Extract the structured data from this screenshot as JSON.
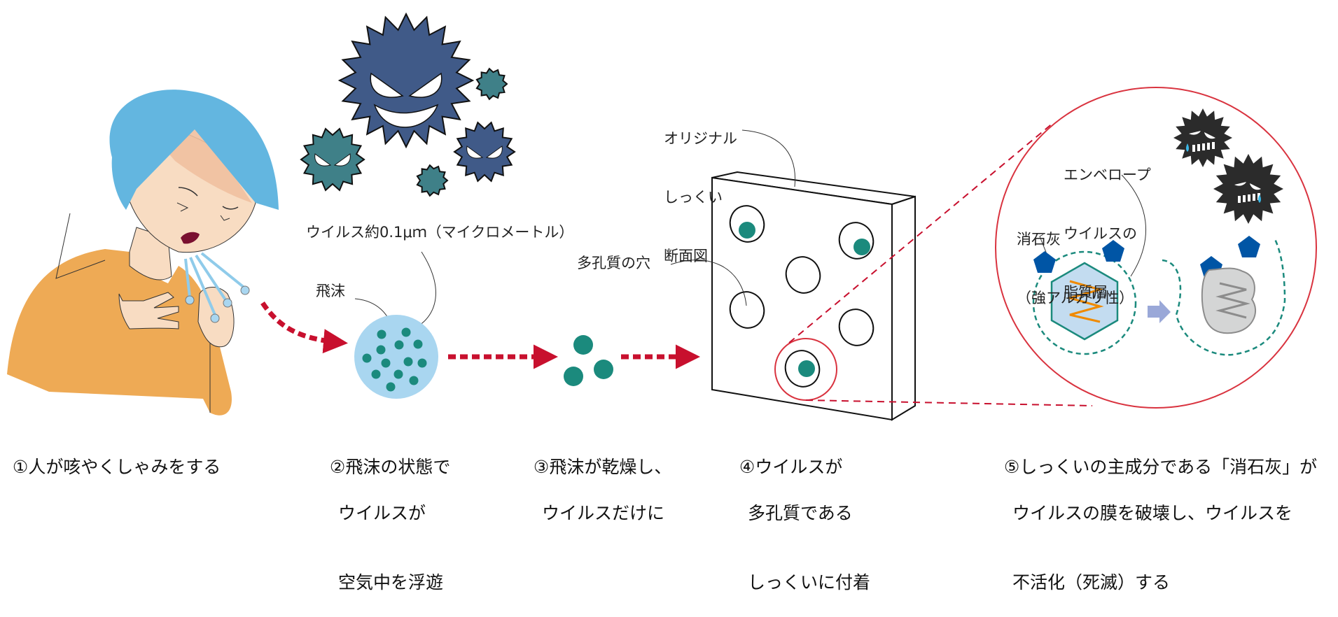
{
  "colors": {
    "arrow_red": "#c8102e",
    "zoom_red": "#d9333f",
    "teal": "#1b8a7d",
    "droplet_blue": "#a9d6f0",
    "hair_blue": "#63b6e0",
    "shirt_orange": "#eeaa55",
    "skin": "#f8dcc2",
    "virus_navy": "#405a88",
    "virus_teal": "#3f8088",
    "dead_virus": "#2b2b2b",
    "lime_blue": "#0055a5",
    "capsid_fill": "#c3dcf0",
    "rna_orange": "#f08a00",
    "transition_arrow": "#9aa8d8"
  },
  "labels": {
    "virus_size": "ウイルス約0.1μｍ（マイクロメートル）",
    "droplet": "飛沫",
    "shikkui_section": [
      "オリジナル",
      "しっくい",
      "断面図"
    ],
    "porous_hole": "多孔質の穴",
    "envelope": [
      "エンベロープ",
      "ウイルスの",
      "脂質層"
    ],
    "slaked_lime": [
      "消石灰",
      "（強アルカリ性）"
    ]
  },
  "steps": [
    {
      "number": "①",
      "lines": [
        "人が咳やくしゃみをする"
      ]
    },
    {
      "number": "②",
      "lines": [
        "飛沫の状態で",
        "ウイルスが",
        "空気中を浮遊"
      ]
    },
    {
      "number": "③",
      "lines": [
        "飛沫が乾燥し、",
        "ウイルスだけに"
      ]
    },
    {
      "number": "④",
      "lines": [
        "ウイルスが",
        "多孔質である",
        "しっくいに付着"
      ]
    },
    {
      "number": "⑤",
      "lines": [
        "しっくいの主成分である「消石灰」が",
        "ウイルスの膜を破壊し、ウイルスを",
        "不活化（死滅）する"
      ]
    }
  ],
  "icons": {
    "person": "coughing-person",
    "viruses": "angry-virus-group",
    "droplet": "droplet-with-viruses",
    "dried_viruses": "three-virus-particles",
    "plaster": "porous-plaster-block",
    "zoom_circle": "magnified-envelope-destruction",
    "dead_viruses": "crying-virus-pair"
  }
}
